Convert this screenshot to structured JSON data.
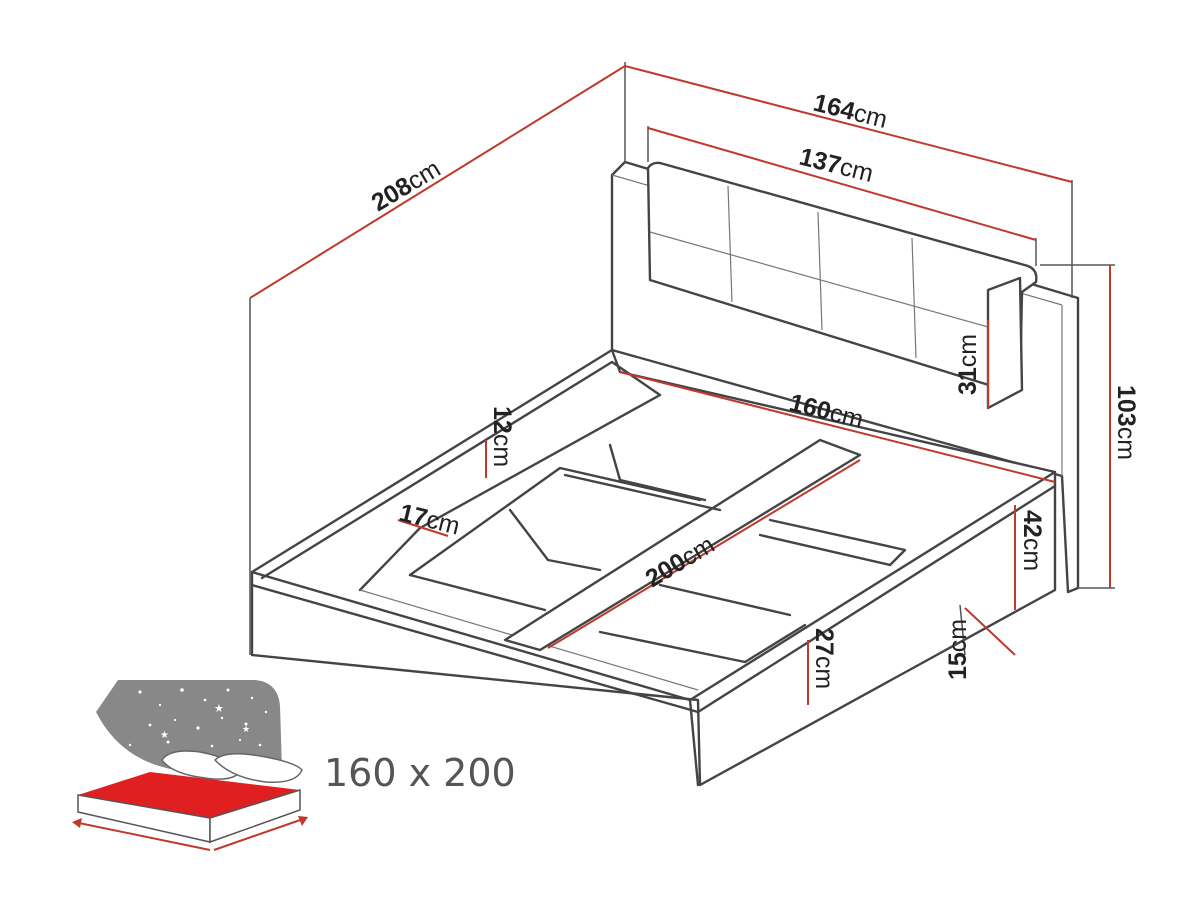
{
  "diagram": {
    "unit": "cm",
    "colors": {
      "dimension_line": "#c0392b",
      "outline": "#444444",
      "mattress_red": "#e02020",
      "night_sky": "#888888"
    },
    "dimensions": {
      "outer_length": "208",
      "outer_width": "164",
      "headboard_cushion_width": "137",
      "cushion_height": "31",
      "total_height": "103",
      "frame_inner_width": "160",
      "side_rail_height": "12",
      "side_rail_width": "17",
      "frame_inner_length": "200",
      "headboard_height_above_frame": "42",
      "leg_height": "15",
      "frame_height": "27"
    },
    "mattress_size": "160 x 200",
    "icon": "bed-mattress-night-icon"
  }
}
